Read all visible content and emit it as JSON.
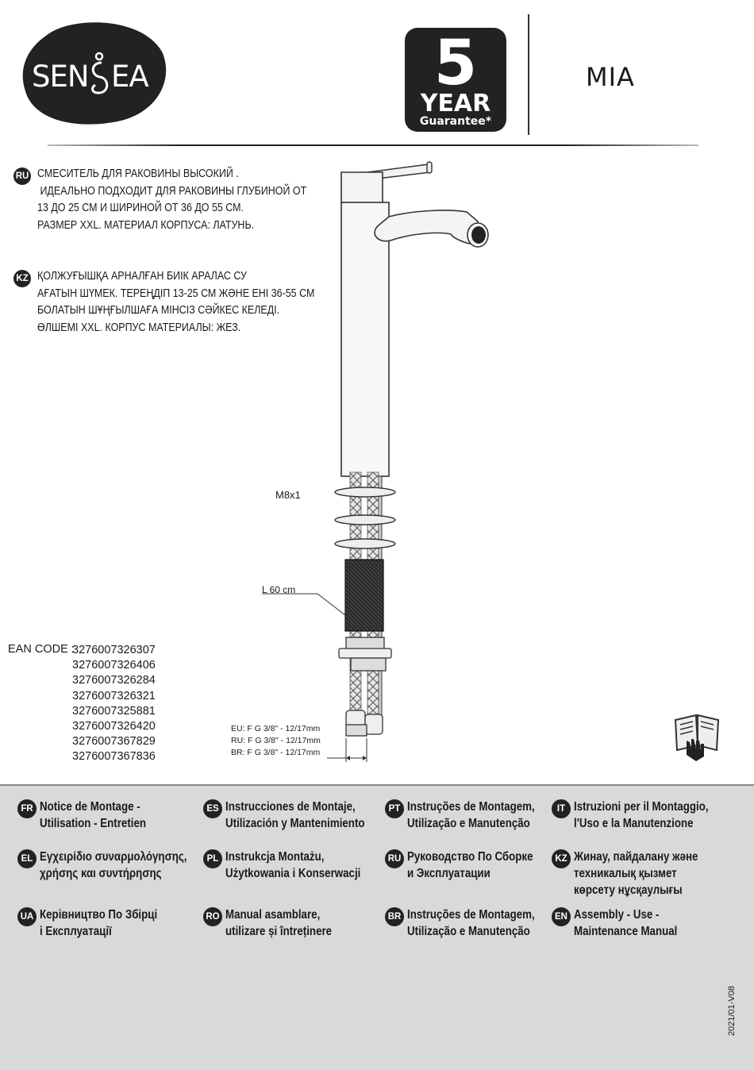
{
  "brand": {
    "name": "SENSEA"
  },
  "guarantee": {
    "number": "5",
    "word": "YEAR",
    "label": "Guarantee*"
  },
  "model": "MIA",
  "descriptions": [
    {
      "lang": "RU",
      "lines": [
        "СМЕСИТЕЛЬ ДЛЯ РАКОВИНЫ ВЫСОКИЙ .",
        " ИДЕАЛЬНО ПОДХОДИТ ДЛЯ РАКОВИНЫ ГЛУБИНОЙ ОТ",
        "13 ДО 25 СМ И ШИРИНОЙ ОТ 36 ДО 55 СМ.",
        "РАЗМЕР XXL. МАТЕРИАЛ КОРПУСА: ЛАТУНЬ."
      ]
    },
    {
      "lang": "KZ",
      "lines": [
        "ҚОЛЖУҒЫШҚА АРНАЛҒАН БИІК АРАЛАС СУ",
        "АҒАТЫН ШҮМЕК. ТЕРЕҢДІП 13-25 СМ ЖӘНЕ ЕНІ 36-55 СМ",
        "БОЛАТЫН ШҰҢҒЫЛШАҒА МІНСІЗ СӘЙКЕС КЕЛЕДІ.",
        "ӨЛШЕМІ XXL. КОРПУС МАТЕРИАЛЫ: ЖЕЗ."
      ]
    }
  ],
  "diagram": {
    "thread_label": "M8x1",
    "hose_length": "L 60 cm",
    "connections": [
      "EU: F G 3/8\" - 12/17",
      "RU: F G 3/8\" - 12/17",
      "BR: F G 3/8\" - 12/17"
    ],
    "unit": "mm"
  },
  "ean": {
    "label": "EAN CODE :",
    "codes": [
      "3276007326307",
      "3276007326406",
      "3276007326284",
      "3276007326321",
      "3276007325881",
      "3276007326420",
      "3276007367829",
      "3276007367836"
    ]
  },
  "manuals": [
    {
      "lang": "FR",
      "lines": [
        "Notice de Montage -",
        "Utilisation - Entretien"
      ]
    },
    {
      "lang": "ES",
      "lines": [
        "Instrucciones de Montaje,",
        "Utilización y Mantenimiento"
      ]
    },
    {
      "lang": "PT",
      "lines": [
        "Instruções de Montagem,",
        "Utilização e Manutenção"
      ]
    },
    {
      "lang": "IT",
      "lines": [
        "Istruzioni per il Montaggio,",
        "l'Uso e la Manutenzione"
      ]
    },
    {
      "lang": "EL",
      "lines": [
        "Εγχειρίδιο συναρμολόγησης,",
        "χρήσης και συντήρησης"
      ]
    },
    {
      "lang": "PL",
      "lines": [
        "Instrukcja Montażu,",
        "Użytkowania i Konserwacji"
      ]
    },
    {
      "lang": "RU",
      "lines": [
        "Руководство По Сборке",
        "и Эксплуатации"
      ]
    },
    {
      "lang": "KZ",
      "lines": [
        "Жинау, пайдалану және",
        "техникалық қызмет",
        "көрсету нұсқаулығы"
      ]
    },
    {
      "lang": "UA",
      "lines": [
        "Керівництво По Збірці",
        "і Експлуатації"
      ]
    },
    {
      "lang": "RO",
      "lines": [
        "Manual asamblare,",
        "utilizare și întreținere"
      ]
    },
    {
      "lang": "BR",
      "lines": [
        "Instruções de Montagem,",
        "Utilização e Manutenção"
      ]
    },
    {
      "lang": "EN",
      "lines": [
        "Assembly - Use -",
        "Maintenance Manual"
      ]
    }
  ],
  "version": "2021/01-V08"
}
